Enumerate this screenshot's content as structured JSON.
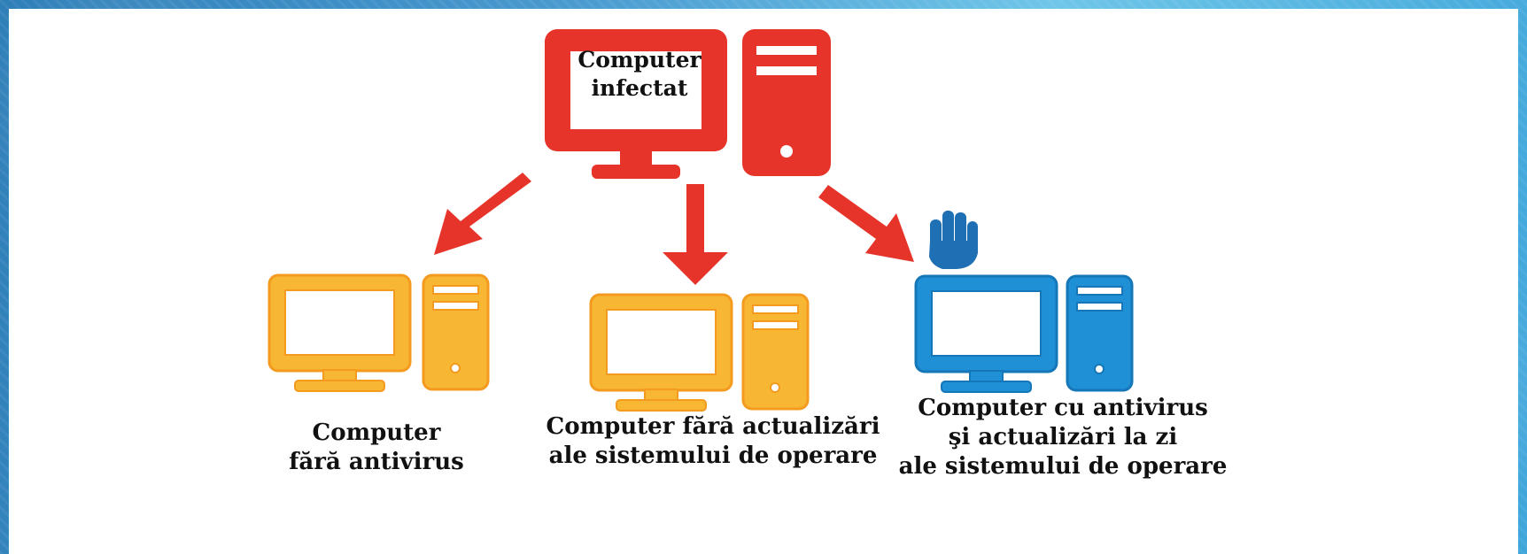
{
  "infected_computer": {
    "label_lines": [
      "Computer",
      "infectat"
    ],
    "color": "#e6342a"
  },
  "targets": [
    {
      "label_lines": [
        "Computer",
        "fără antivirus"
      ],
      "color": "#f7b733"
    },
    {
      "label_lines": [
        "Computer fără actualizări",
        "ale sistemului de operare"
      ],
      "color": "#f7b733"
    },
    {
      "label_lines": [
        "Computer cu antivirus",
        "şi actualizări la zi",
        "ale sistemului de operare"
      ],
      "color": "#1f8fd6",
      "protection_icon": "stop-hand-icon"
    }
  ],
  "arrow_color": "#e6342a"
}
